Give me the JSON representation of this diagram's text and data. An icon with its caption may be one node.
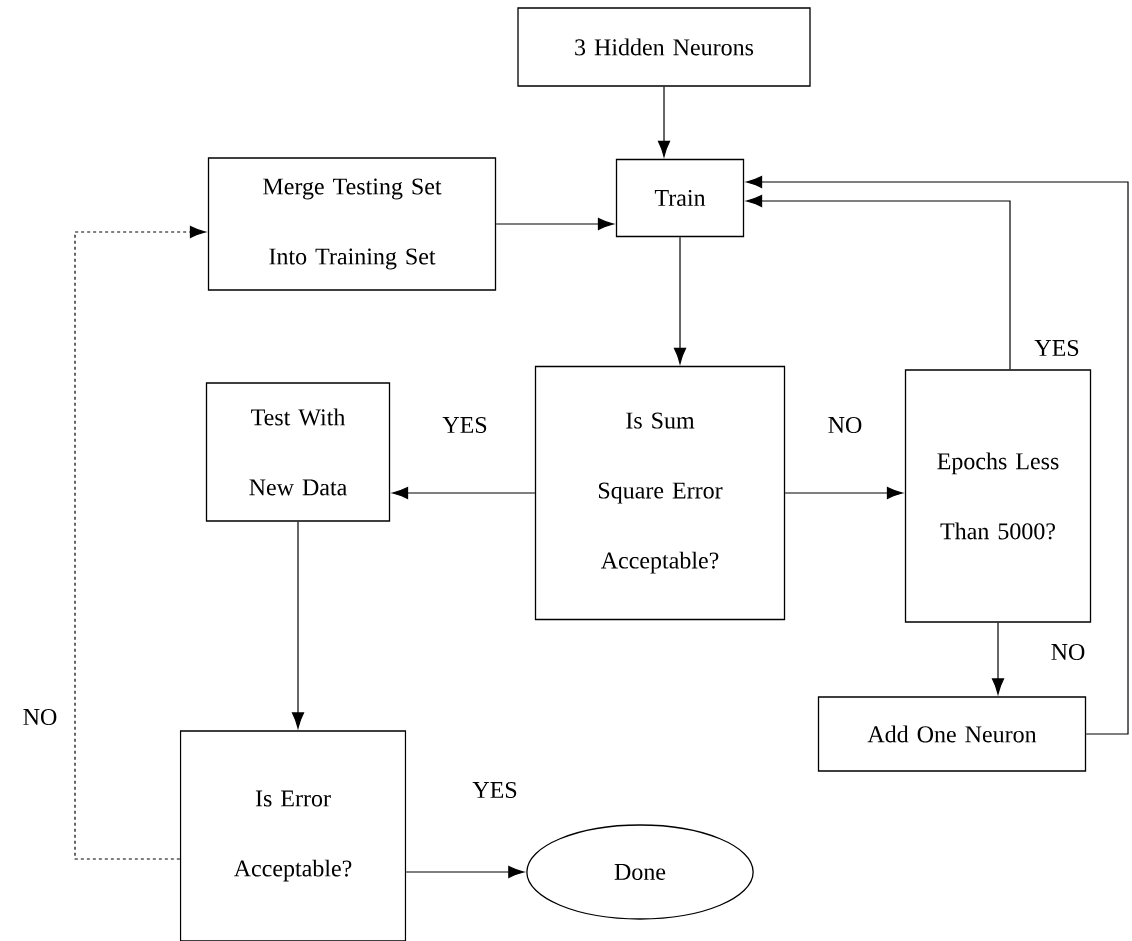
{
  "diagram": {
    "nodes": [
      {
        "text": [
          "3 Hidden Neurons"
        ]
      },
      {
        "text": [
          "Merge Testing Set Into Training Set"
        ]
      },
      {
        "text": [
          "Train"
        ]
      },
      {
        "text": [
          "Test With New Data"
        ]
      },
      {
        "text": [
          "Is Sum Square Error Acceptable?"
        ]
      },
      {
        "text": [
          "Epochs Less Than 5000?"
        ]
      },
      {
        "text": [
          "Add One Neuron"
        ]
      },
      {
        "text": [
          "Is Error Acceptable?"
        ]
      },
      {
        "text": [
          "Done"
        ]
      }
    ],
    "edges": [
      {
        "from": 0,
        "to": 2,
        "arrow": "to"
      },
      {
        "from": 1,
        "to": 2,
        "arrow": "to"
      },
      {
        "from": 2,
        "to": 4,
        "arrow": "to"
      },
      {
        "from": 4,
        "to": 3,
        "arrow": "to",
        "label": "YES"
      },
      {
        "from": 4,
        "to": 5,
        "arrow": "to",
        "label": "NO"
      },
      {
        "from": 5,
        "to": 2,
        "arrow": "to",
        "label": "YES"
      },
      {
        "from": 5,
        "to": 6,
        "arrow": "to",
        "label": "NO"
      },
      {
        "from": 6,
        "to": 2,
        "arrow": "to"
      },
      {
        "from": 3,
        "to": 7,
        "arrow": "to"
      },
      {
        "from": 7,
        "to": 8,
        "arrow": "to",
        "label": "YES"
      },
      {
        "from": 7,
        "to": 1,
        "arrow": "to",
        "label": "NO",
        "style": "dashed"
      }
    ]
  }
}
